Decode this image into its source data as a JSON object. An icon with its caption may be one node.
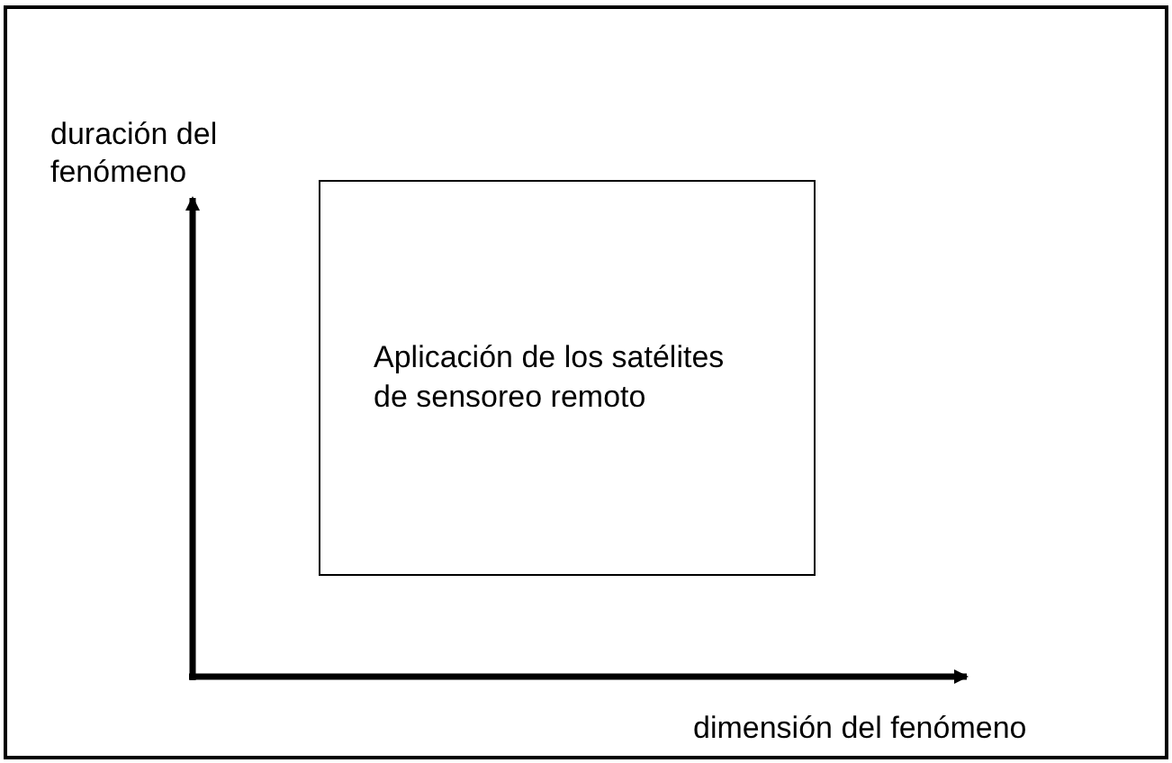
{
  "diagram": {
    "nodes": [
      {
        "text": [
          "Aplicación de los satélites de sensoreo remoto"
        ]
      }
    ],
    "labels": [
      "duración del fenómeno",
      "dimensión del fenómeno"
    ]
  }
}
